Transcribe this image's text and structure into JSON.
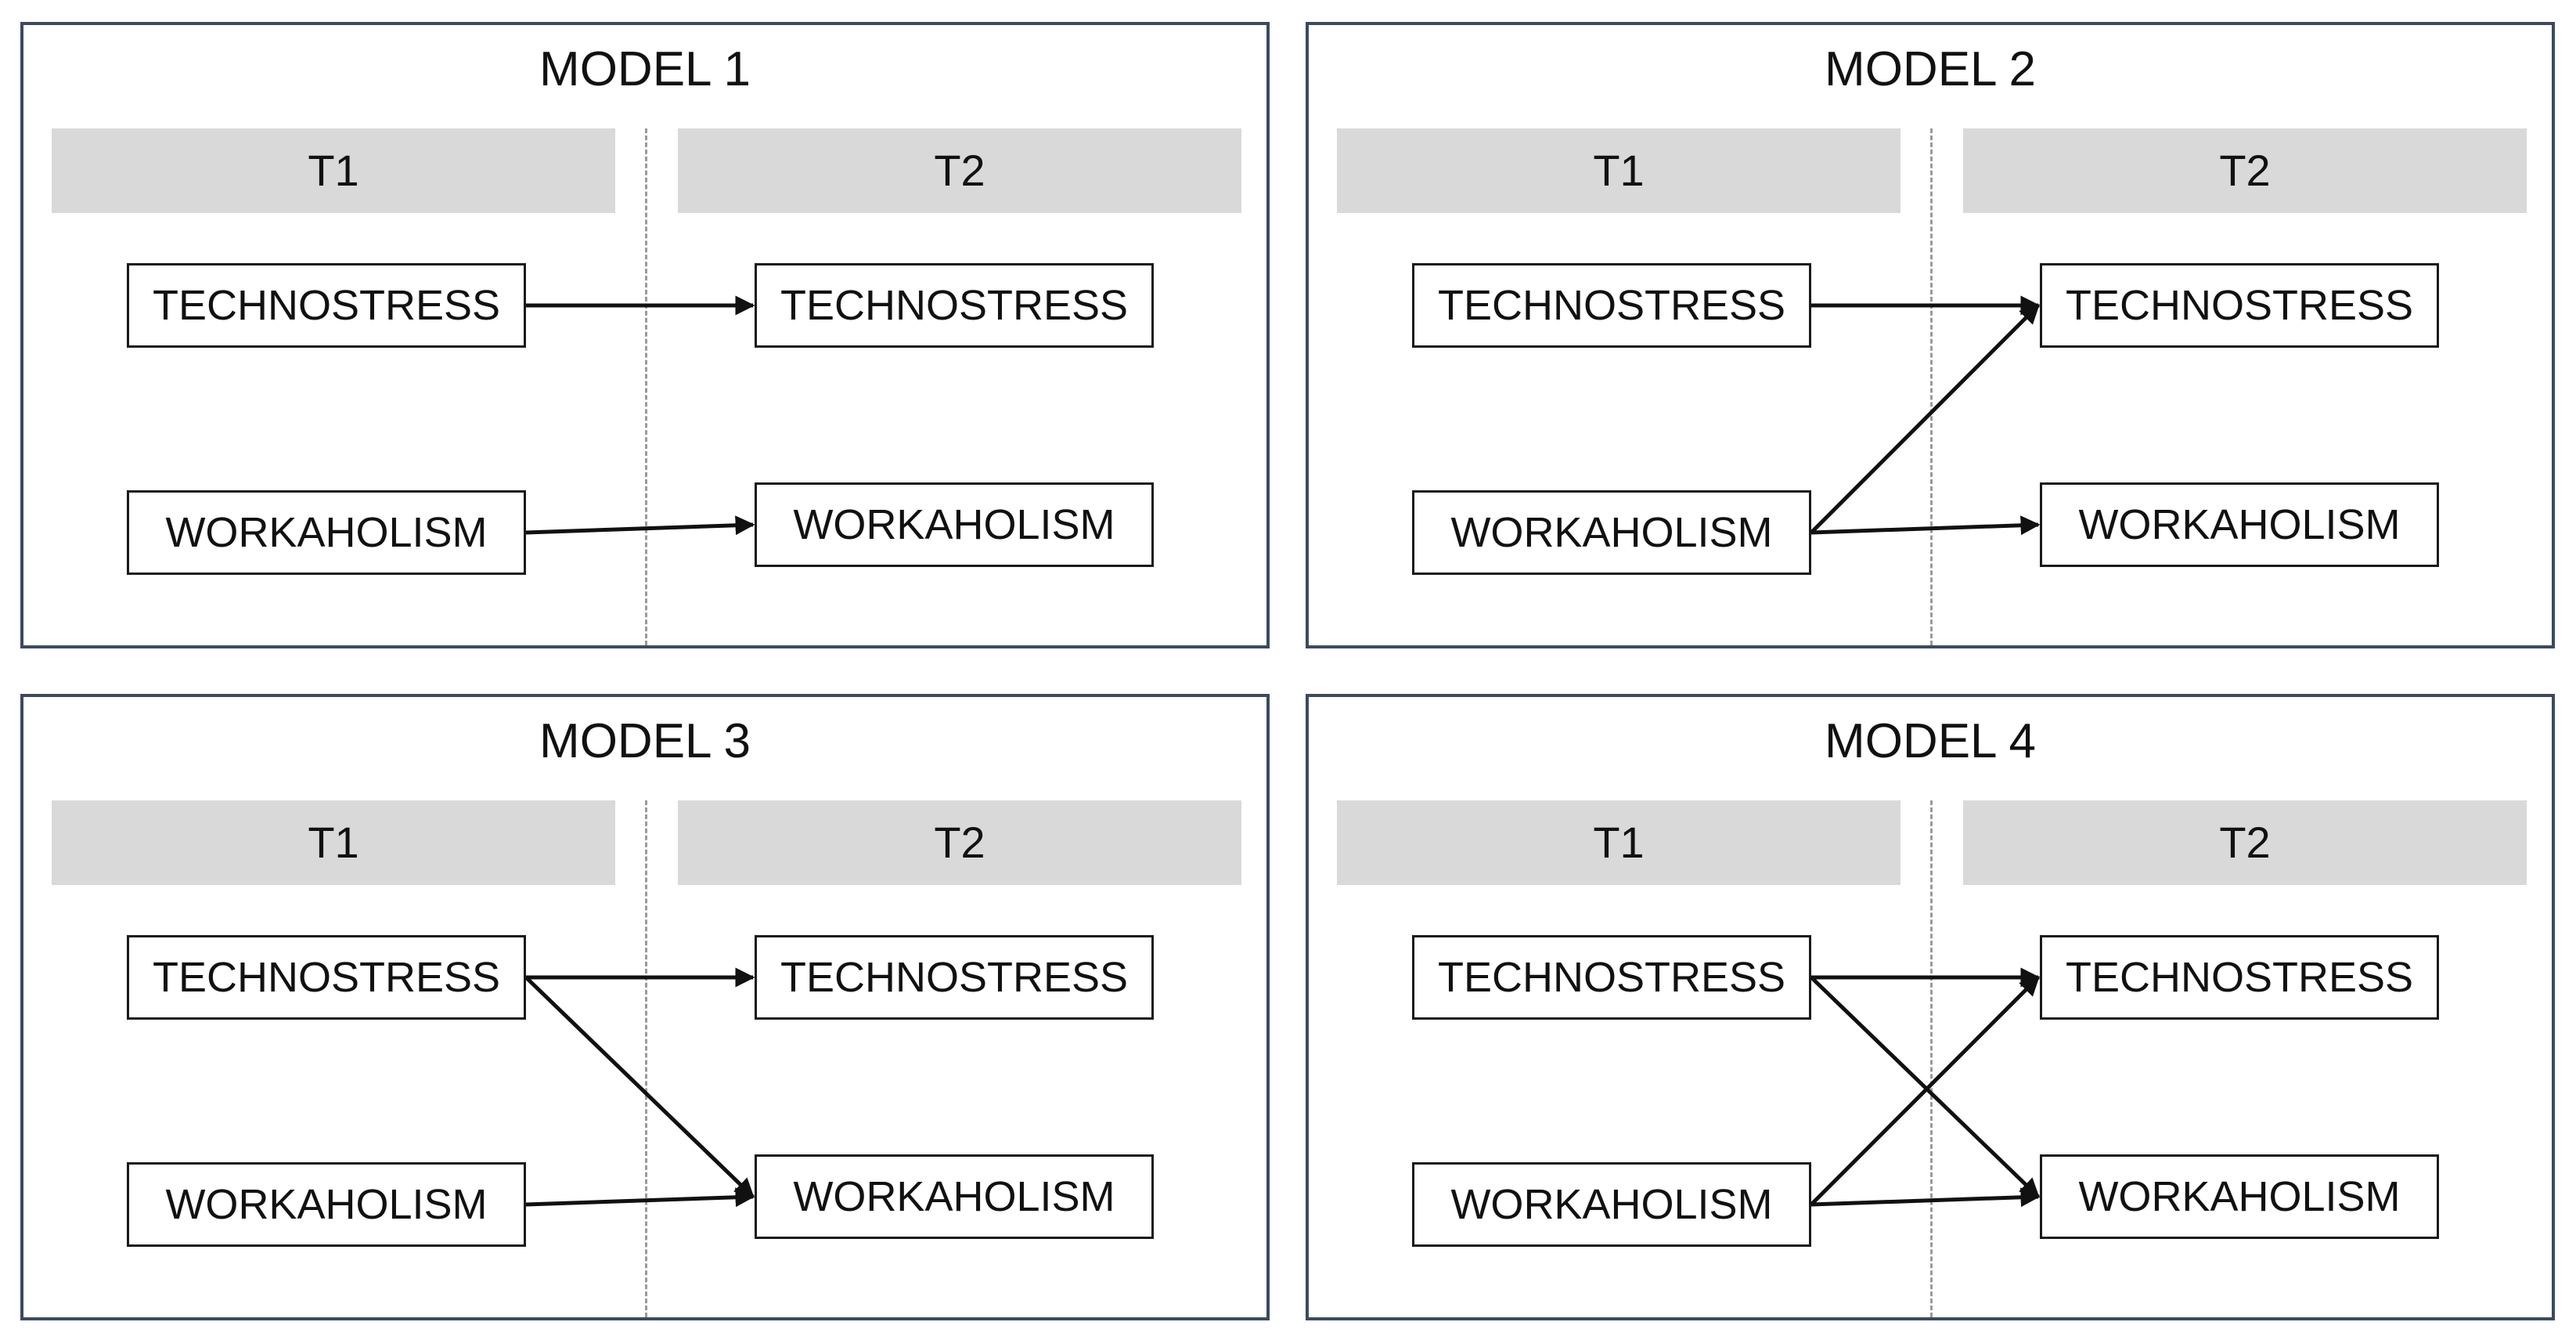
{
  "panels": [
    {
      "title": "MODEL 1",
      "time_labels": {
        "t1": "T1",
        "t2": "T2"
      },
      "variables": {
        "t1_technostress": "TECHNOSTRESS",
        "t1_workaholism": "WORKAHOLISM",
        "t2_technostress": "TECHNOSTRESS",
        "t2_workaholism": "WORKAHOLISM"
      },
      "paths": [
        {
          "from": "t1_technostress",
          "to": "t2_technostress"
        },
        {
          "from": "t1_workaholism",
          "to": "t2_workaholism"
        }
      ]
    },
    {
      "title": "MODEL 2",
      "time_labels": {
        "t1": "T1",
        "t2": "T2"
      },
      "variables": {
        "t1_technostress": "TECHNOSTRESS",
        "t1_workaholism": "WORKAHOLISM",
        "t2_technostress": "TECHNOSTRESS",
        "t2_workaholism": "WORKAHOLISM"
      },
      "paths": [
        {
          "from": "t1_technostress",
          "to": "t2_technostress"
        },
        {
          "from": "t1_workaholism",
          "to": "t2_workaholism"
        },
        {
          "from": "t1_workaholism",
          "to": "t2_technostress"
        }
      ]
    },
    {
      "title": "MODEL 3",
      "time_labels": {
        "t1": "T1",
        "t2": "T2"
      },
      "variables": {
        "t1_technostress": "TECHNOSTRESS",
        "t1_workaholism": "WORKAHOLISM",
        "t2_technostress": "TECHNOSTRESS",
        "t2_workaholism": "WORKAHOLISM"
      },
      "paths": [
        {
          "from": "t1_technostress",
          "to": "t2_technostress"
        },
        {
          "from": "t1_workaholism",
          "to": "t2_workaholism"
        },
        {
          "from": "t1_technostress",
          "to": "t2_workaholism"
        }
      ]
    },
    {
      "title": "MODEL 4",
      "time_labels": {
        "t1": "T1",
        "t2": "T2"
      },
      "variables": {
        "t1_technostress": "TECHNOSTRESS",
        "t1_workaholism": "WORKAHOLISM",
        "t2_technostress": "TECHNOSTRESS",
        "t2_workaholism": "WORKAHOLISM"
      },
      "paths": [
        {
          "from": "t1_technostress",
          "to": "t2_technostress"
        },
        {
          "from": "t1_workaholism",
          "to": "t2_workaholism"
        },
        {
          "from": "t1_technostress",
          "to": "t2_workaholism"
        },
        {
          "from": "t1_workaholism",
          "to": "t2_technostress"
        }
      ]
    }
  ],
  "colors": {
    "panel_border": "#3b4a61",
    "time_band": "#d9d9d9",
    "divider": "#9a9a9a",
    "ink": "#111111"
  }
}
